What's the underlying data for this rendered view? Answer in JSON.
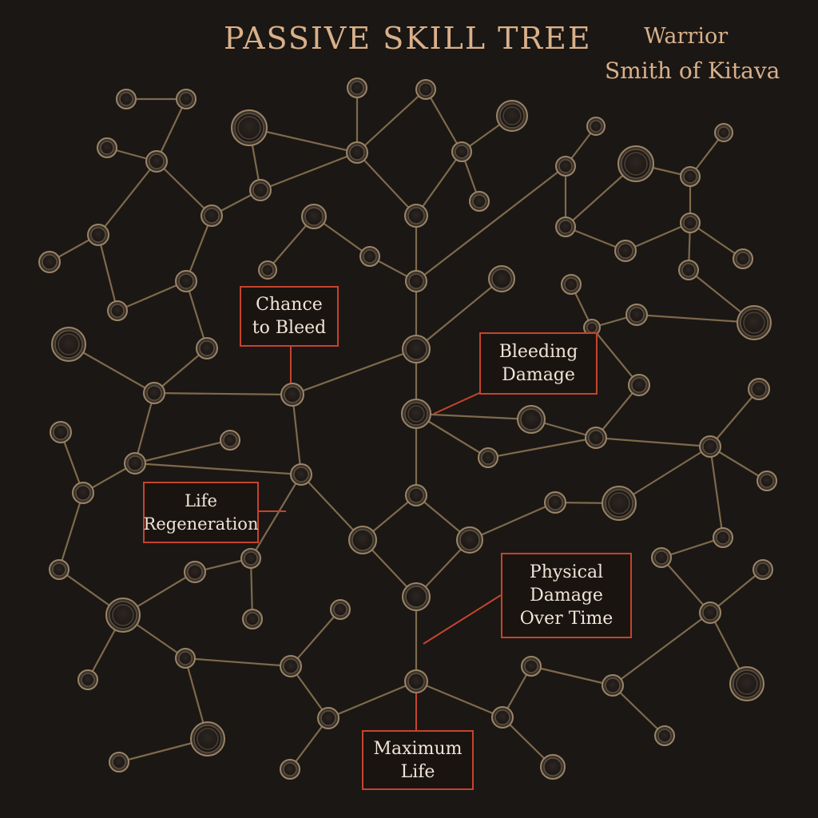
{
  "header": {
    "title": "PASSIVE SKILL TREE",
    "class_name": "Warrior",
    "ascendancy": "Smith of Kitava"
  },
  "callouts": {
    "chance_to_bleed": "Chance\nto Bleed",
    "bleeding_damage": "Bleeding\nDamage",
    "life_regeneration": "Life\nRegeneration",
    "physical_dot": "Physical\nDamage\nOver Time",
    "maximum_life": "Maximum\nLife"
  },
  "colors": {
    "background": "#1b1714",
    "title_text": "#d9b08a",
    "callout_border": "#c4442e",
    "connector": "#8a7452",
    "node_ring": "#9a8466",
    "node_fill": "#2a2420"
  }
}
